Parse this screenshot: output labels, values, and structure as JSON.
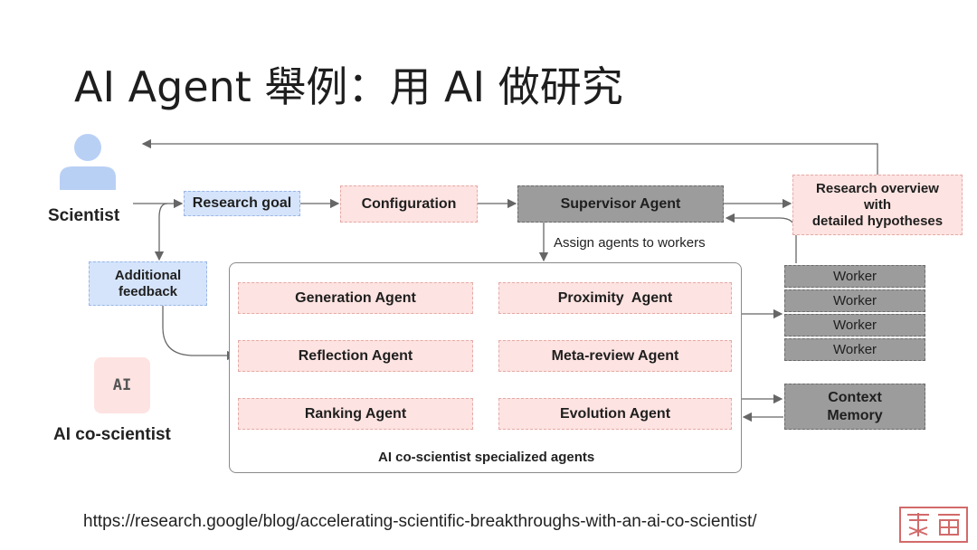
{
  "title": "AI Agent 舉例：用 AI 做研究",
  "scientist_label": "Scientist",
  "research_goal": "Research goal",
  "configuration": "Configuration",
  "supervisor_agent": "Supervisor Agent",
  "research_overview": {
    "line1": "Research overview",
    "line2": "with",
    "line3": "detailed hypotheses"
  },
  "assign_label": "Assign agents to workers",
  "additional_feedback": {
    "line1": "Additional",
    "line2": "feedback"
  },
  "agents": {
    "generation": "Generation Agent",
    "reflection": "Reflection Agent",
    "ranking": "Ranking Agent",
    "proximity": "Proximity  Agent",
    "meta_review": "Meta-review Agent",
    "evolution": "Evolution Agent"
  },
  "specialized_label": "AI co-scientist specialized agents",
  "workers": [
    "Worker",
    "Worker",
    "Worker",
    "Worker"
  ],
  "context_memory": {
    "line1": "Context",
    "line2": "Memory"
  },
  "ai_badge": "AI",
  "ai_coscientist_label": "AI co-scientist",
  "url": "https://research.google/blog/accelerating-scientific-breakthroughs-with-an-ai-co-scientist/",
  "colors": {
    "pink_box": "#fde3e1",
    "blue_box": "#d5e4fb",
    "grey_box": "#9c9c9c",
    "red_arrow": "#d03a32",
    "grey_arrow": "#666666",
    "avatar": "#b9d0f5"
  }
}
